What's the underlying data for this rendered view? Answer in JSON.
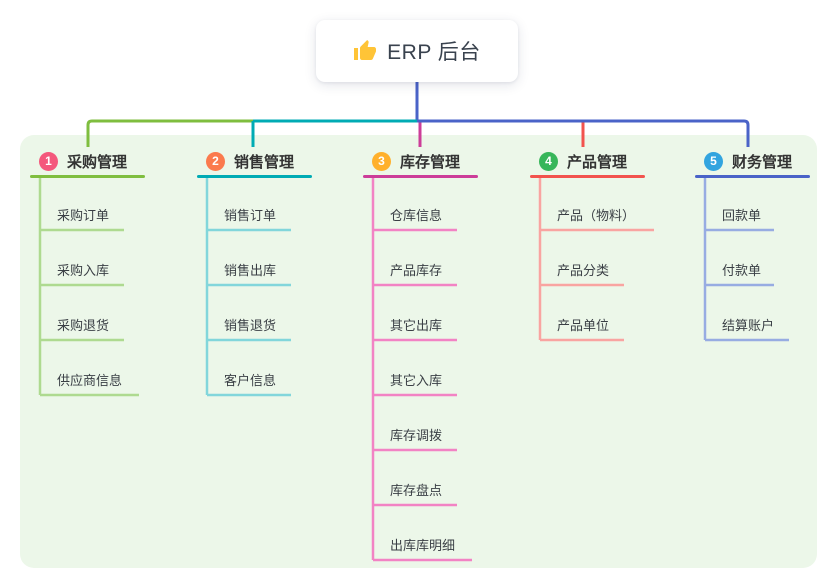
{
  "canvas": {
    "background": "#FFFFFF",
    "panel_background": "#ECF7E9"
  },
  "root": {
    "label": "ERP 后台",
    "icon": "thumbs-up-icon",
    "icon_color": "#FFC437",
    "stem_color": "#4A63C8",
    "text_color": "#39424E"
  },
  "text_colors": {
    "branch_title": "#333333",
    "child": "#3A3F45"
  },
  "branches": [
    {
      "number": "1",
      "title": "采购管理",
      "badge_color": "#F4587C",
      "line_color": "#7FBE3F",
      "child_line_color": "#AEDA90",
      "children": [
        "采购订单",
        "采购入库",
        "采购退货",
        "供应商信息"
      ]
    },
    {
      "number": "2",
      "title": "销售管理",
      "badge_color": "#FB7A4D",
      "line_color": "#00ABB4",
      "child_line_color": "#82D6DB",
      "children": [
        "销售订单",
        "销售出库",
        "销售退货",
        "客户信息"
      ]
    },
    {
      "number": "3",
      "title": "库存管理",
      "badge_color": "#FFB02C",
      "line_color": "#CC3D99",
      "child_line_color": "#F283C4",
      "children": [
        "仓库信息",
        "产品库存",
        "其它出库",
        "其它入库",
        "库存调拨",
        "库存盘点",
        "出库库明细"
      ]
    },
    {
      "number": "4",
      "title": "产品管理",
      "badge_color": "#37B65A",
      "line_color": "#F2534E",
      "child_line_color": "#F9A4A1",
      "children": [
        "产品（物料）",
        "产品分类",
        "产品单位"
      ]
    },
    {
      "number": "5",
      "title": "财务管理",
      "badge_color": "#32A4DF",
      "line_color": "#4A63C8",
      "child_line_color": "#97ACE2",
      "children": [
        "回款单",
        "付款单",
        "结算账户"
      ]
    }
  ]
}
